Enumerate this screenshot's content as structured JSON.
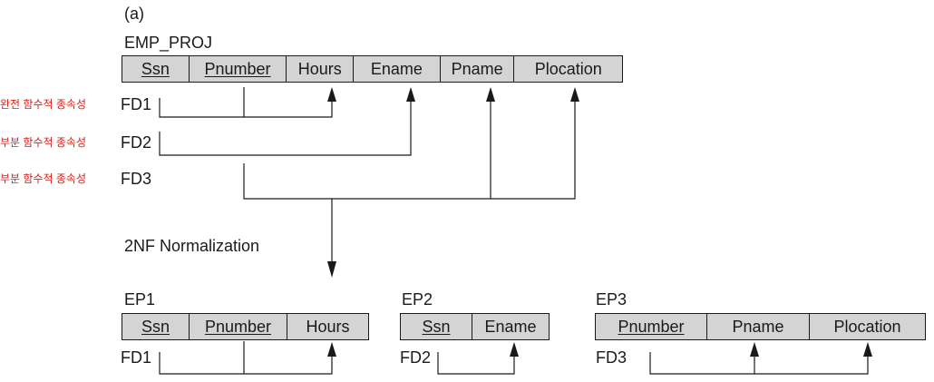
{
  "figure_label": "(a)",
  "relation": {
    "name": "EMP_PROJ",
    "attributes": [
      {
        "name": "Ssn",
        "key": true
      },
      {
        "name": "Pnumber",
        "key": true
      },
      {
        "name": "Hours",
        "key": false
      },
      {
        "name": "Ename",
        "key": false
      },
      {
        "name": "Pname",
        "key": false
      },
      {
        "name": "Plocation",
        "key": false
      }
    ]
  },
  "dependencies": [
    {
      "label": "FD1",
      "note": "완전 함수적 종속성",
      "determinants": [
        "Ssn",
        "Pnumber"
      ],
      "dependents": [
        "Hours"
      ]
    },
    {
      "label": "FD2",
      "note": "부분 함수적 종속성",
      "determinants": [
        "Ssn"
      ],
      "dependents": [
        "Ename"
      ]
    },
    {
      "label": "FD3",
      "note": "부분 함수적 종속성",
      "determinants": [
        "Pnumber"
      ],
      "dependents": [
        "Pname",
        "Plocation"
      ]
    }
  ],
  "normalization_label": "2NF Normalization",
  "results": [
    {
      "name": "EP1",
      "fd": "FD1",
      "attributes": [
        {
          "name": "Ssn",
          "key": true
        },
        {
          "name": "Pnumber",
          "key": true
        },
        {
          "name": "Hours",
          "key": false
        }
      ]
    },
    {
      "name": "EP2",
      "fd": "FD2",
      "attributes": [
        {
          "name": "Ssn",
          "key": true
        },
        {
          "name": "Ename",
          "key": false
        }
      ]
    },
    {
      "name": "EP3",
      "fd": "FD3",
      "attributes": [
        {
          "name": "Pnumber",
          "key": true
        },
        {
          "name": "Pname",
          "key": false
        },
        {
          "name": "Plocation",
          "key": false
        }
      ]
    }
  ]
}
